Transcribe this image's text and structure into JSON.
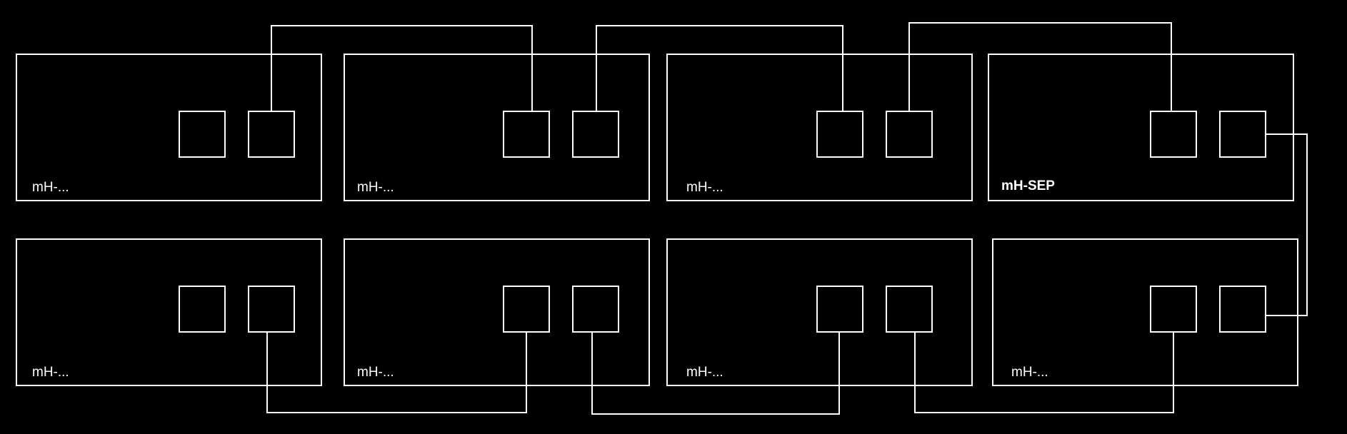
{
  "colors": {
    "background": "#000000",
    "stroke": "#ffffff",
    "label": "#ffffff"
  },
  "devices": [
    {
      "label": "mH-..."
    },
    {
      "label": "mH-..."
    },
    {
      "label": "mH-..."
    },
    {
      "label": "mH-SEP"
    },
    {
      "label": "mH-..."
    },
    {
      "label": "mH-..."
    },
    {
      "label": "mH-..."
    },
    {
      "label": "mH-..."
    }
  ]
}
